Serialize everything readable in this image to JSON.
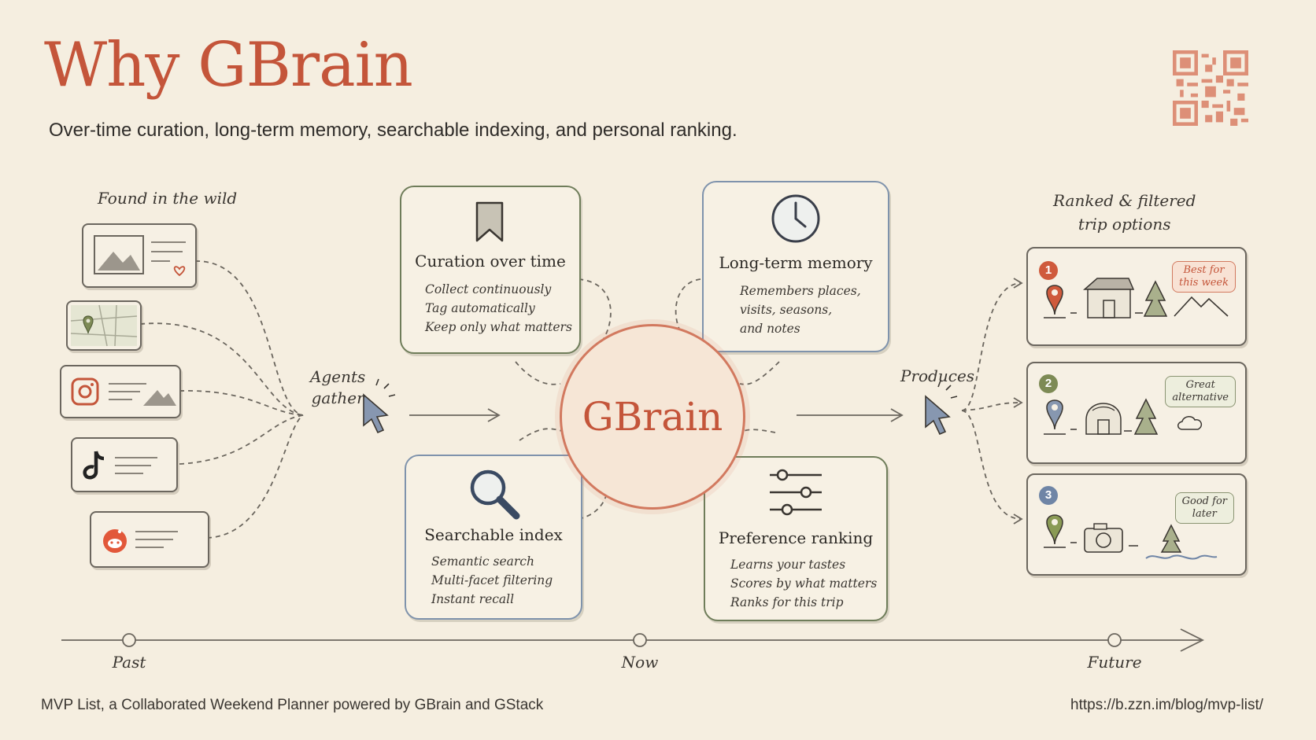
{
  "header": {
    "title": "Why GBrain",
    "subtitle": "Over-time curation, long-term memory, searchable indexing, and personal ranking."
  },
  "sources": {
    "label": "Found in the wild",
    "items": [
      {
        "icon": "image-heart-icon"
      },
      {
        "icon": "map-pin-icon"
      },
      {
        "icon": "instagram-icon"
      },
      {
        "icon": "tiktok-icon"
      },
      {
        "icon": "reddit-icon"
      }
    ]
  },
  "flow": {
    "agents_label": "Agents\ngather",
    "produces_label": "Produces"
  },
  "hub": {
    "label": "GBrain"
  },
  "capabilities": [
    {
      "icon": "bookmark-icon",
      "title": "Curation over time",
      "items": [
        "Collect continuously",
        "Tag automatically",
        "Keep only what matters"
      ]
    },
    {
      "icon": "clock-icon",
      "title": "Long-term memory",
      "items": [
        "Remembers places,",
        "visits, seasons,",
        "and notes"
      ]
    },
    {
      "icon": "magnifier-icon",
      "title": "Searchable index",
      "items": [
        "Semantic search",
        "Multi-facet filtering",
        "Instant recall"
      ]
    },
    {
      "icon": "sliders-icon",
      "title": "Preference ranking",
      "items": [
        "Learns your tastes",
        "Scores by what matters",
        "Ranks for this trip"
      ]
    }
  ],
  "outputs": {
    "label": "Ranked & filtered\ntrip options",
    "options": [
      {
        "rank": "1",
        "tag": "Best for\nthis week",
        "color": "#cf5a3c"
      },
      {
        "rank": "2",
        "tag": "Great\nalternative",
        "color": "#7d8a55"
      },
      {
        "rank": "3",
        "tag": "Good for\nlater",
        "color": "#6f85a6"
      }
    ]
  },
  "timeline": {
    "past": "Past",
    "now": "Now",
    "future": "Future"
  },
  "footer": {
    "left": "MVP List, a Collaborated Weekend Planner powered by GBrain and GStack",
    "right": "https://b.zzn.im/blog/mvp-list/"
  },
  "colors": {
    "accent": "#c4553a",
    "green": "#6f7d5a",
    "blue": "#7f93ac",
    "paper": "#f5eee0"
  }
}
